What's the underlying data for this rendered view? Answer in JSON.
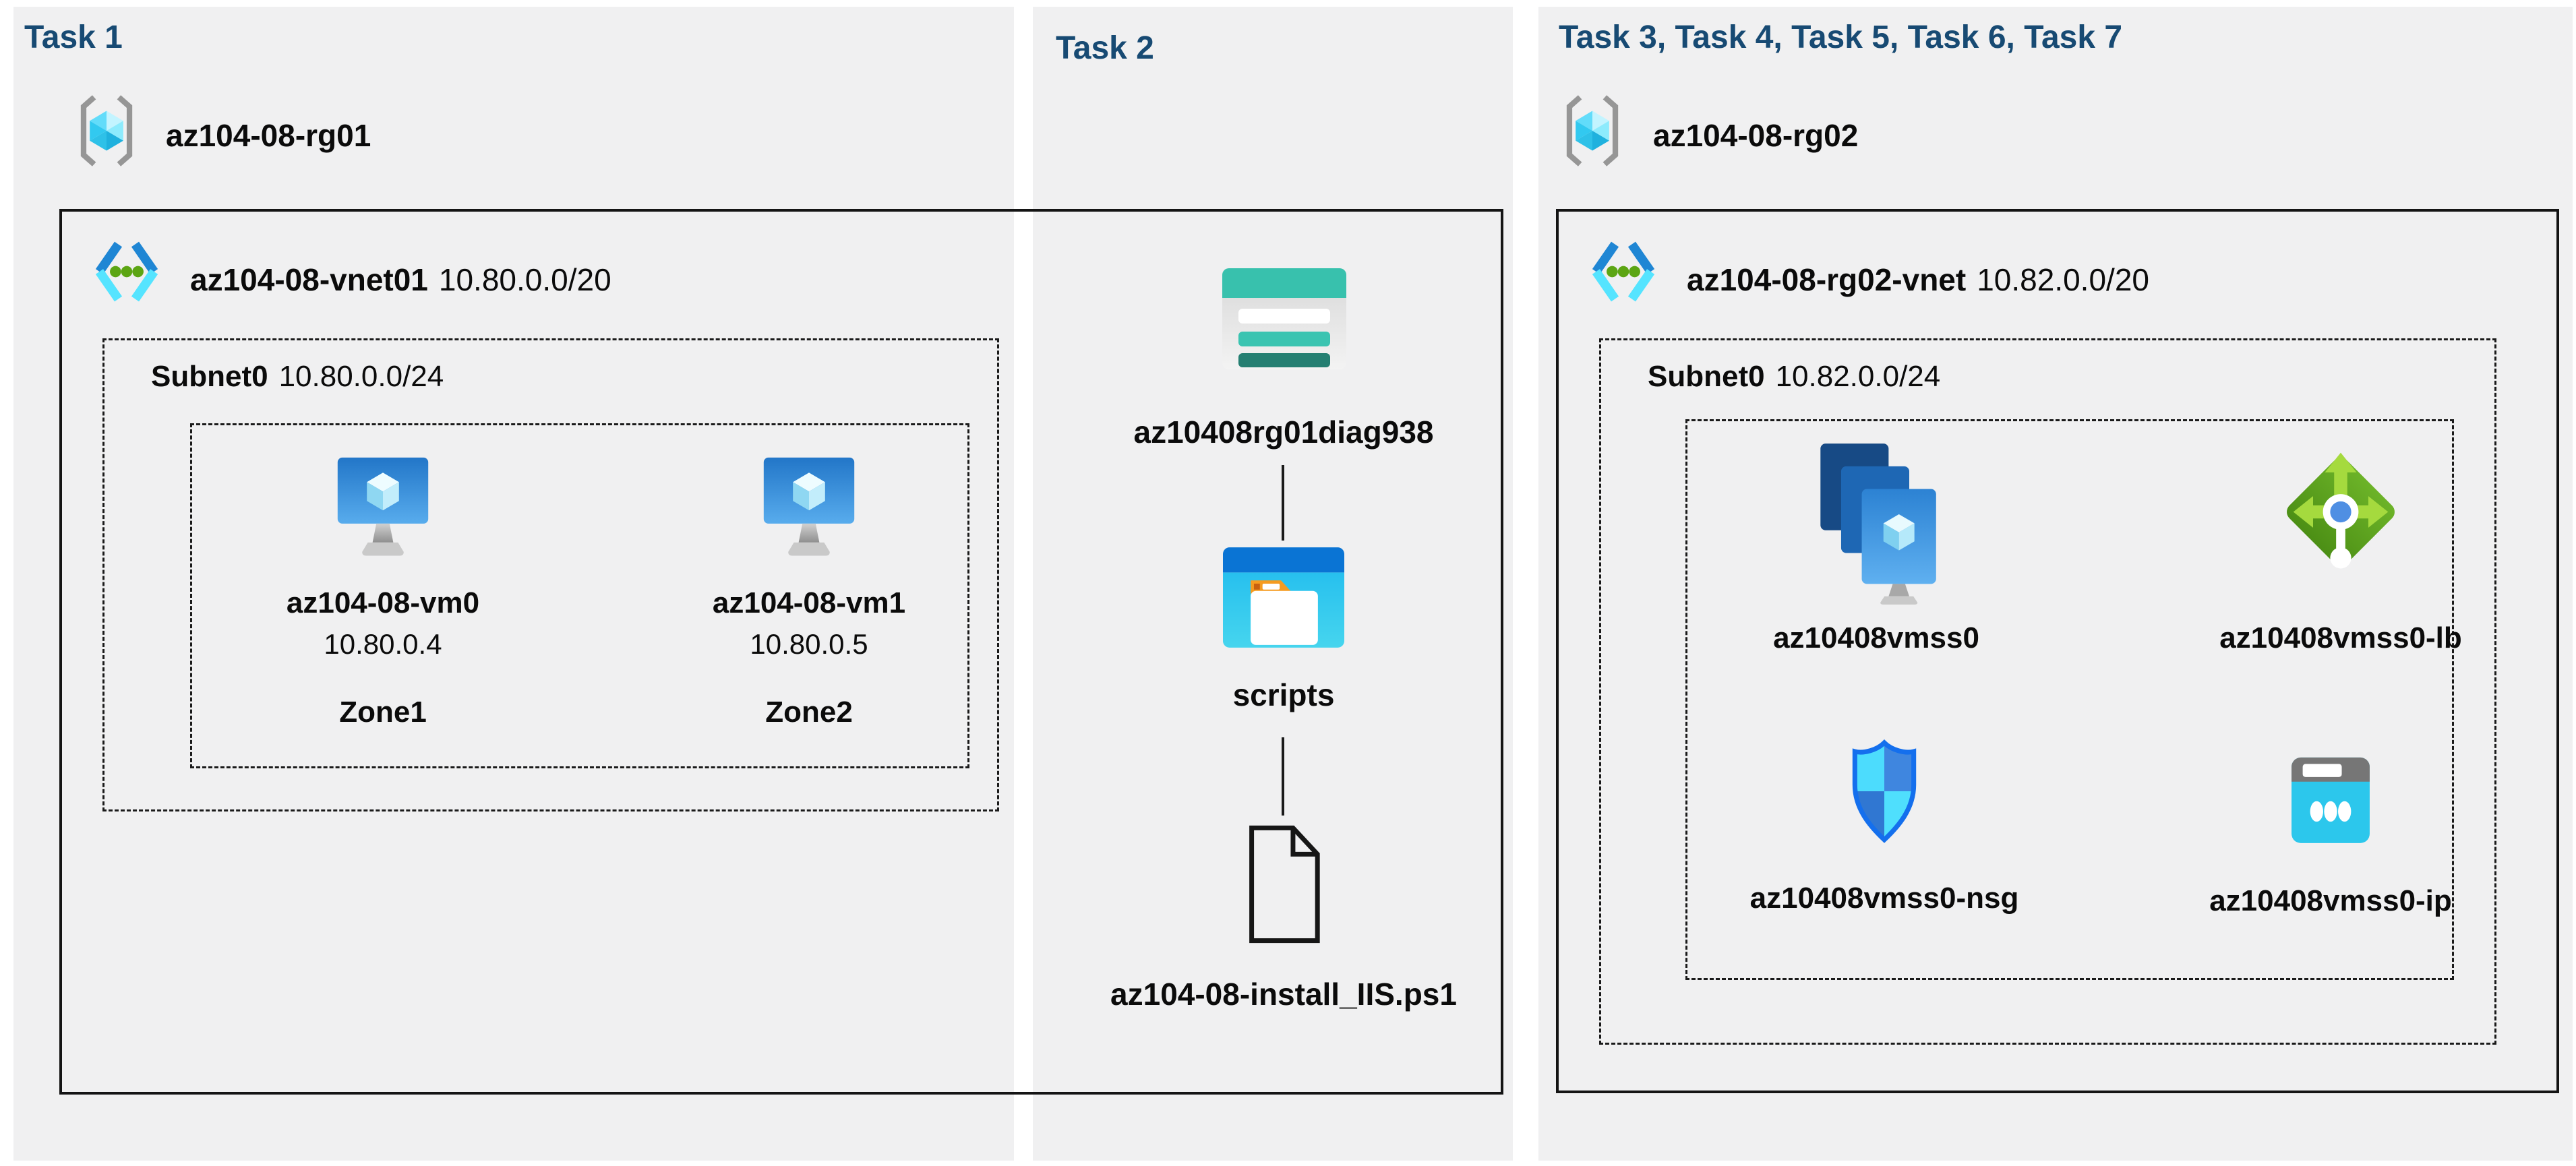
{
  "colors": {
    "title_blue": "#174a73",
    "panel_background": "#f0f0f1",
    "outline_black": "#141414",
    "vnet_blue": "#1f86d4",
    "vnet_cyan": "#55e4ff",
    "vnet_green_dot": "#5ca513",
    "lb_green": "#5ea71f",
    "storage_teal": "#38c1ad",
    "folder_blue": "#0a74d4",
    "nsg_blue": "#146fed",
    "ip_cyan": "#2cc7ec"
  },
  "icons": [
    "resource-group-icon",
    "virtual-network-icon",
    "virtual-machine-icon",
    "storage-account-icon",
    "folder-icon",
    "file-icon",
    "vmss-icon",
    "load-balancer-icon",
    "nsg-shield-icon",
    "public-ip-icon"
  ],
  "panels": [
    {
      "title": "Task 1",
      "resource_group": {
        "name": "az104-08-rg01"
      },
      "vnet": {
        "name": "az104-08-vnet01",
        "cidr": "10.80.0.0/20"
      },
      "subnet": {
        "name": "Subnet0",
        "cidr": "10.80.0.0/24"
      },
      "vms": [
        {
          "name": "az104-08-vm0",
          "ip": "10.80.0.4",
          "zone": "Zone1"
        },
        {
          "name": "az104-08-vm1",
          "ip": "10.80.0.5",
          "zone": "Zone2"
        }
      ]
    },
    {
      "title": "Task 2",
      "storage_account": {
        "name": "az10408rg01diag938"
      },
      "folder": {
        "name": "scripts"
      },
      "file": {
        "name": "az104-08-install_IIS.ps1"
      }
    },
    {
      "title": "Task 3, Task 4, Task 5, Task 6, Task 7",
      "resource_group": {
        "name": "az104-08-rg02"
      },
      "vnet": {
        "name": "az104-08-rg02-vnet",
        "cidr": "10.82.0.0/20"
      },
      "subnet": {
        "name": "Subnet0",
        "cidr": "10.82.0.0/24"
      },
      "vmss": {
        "name": "az10408vmss0"
      },
      "load_balancer": {
        "name": "az10408vmss0-lb"
      },
      "nsg": {
        "name": "az10408vmss0-nsg"
      },
      "public_ip": {
        "name": "az10408vmss0-ip"
      }
    }
  ]
}
